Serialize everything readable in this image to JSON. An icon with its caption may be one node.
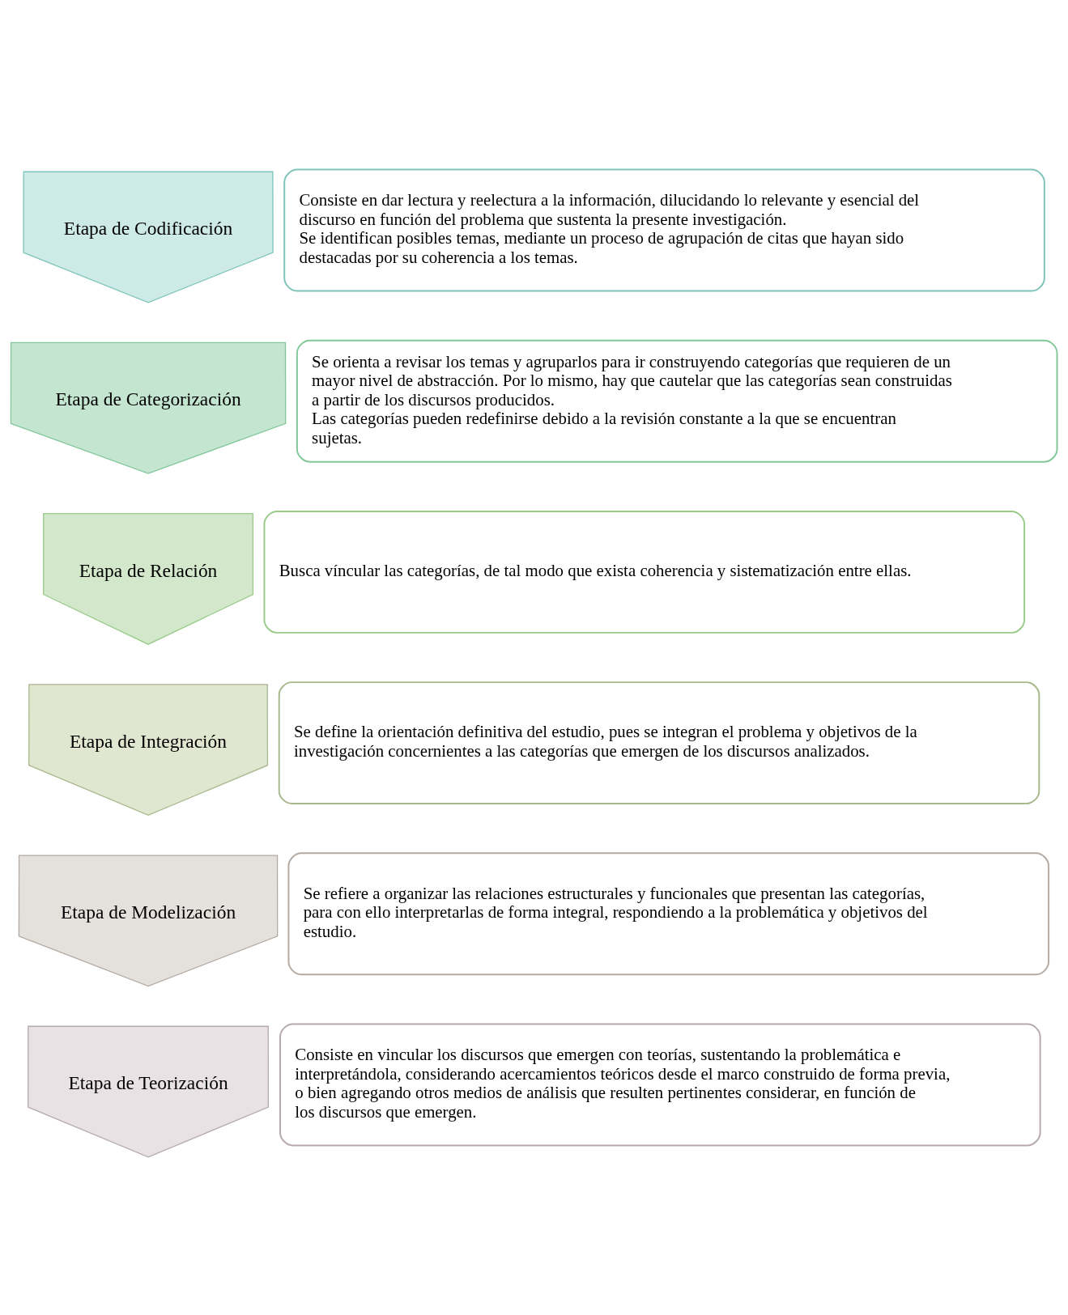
{
  "diagram": {
    "nodes": [
      {
        "text": [
          "Etapa de Codificación"
        ]
      },
      {
        "text": [
          "Consiste en dar lectura y reelectura a la información, dilucidando lo relevante y esencial del discurso en función del problema que sustenta la presente investigación.",
          "Se identifican posibles temas, mediante un proceso de agrupación de citas que hayan sido destacadas por su coherencia a los temas."
        ]
      },
      {
        "text": [
          "Etapa de Categorización"
        ]
      },
      {
        "text": [
          "Se orienta a revisar los temas y agruparlos para ir construyendo categorías que requieren de un mayor nivel de abstracción. Por lo mismo, hay que cautelar que las categorías sean construidas a partir de los discursos producidos.",
          "Las categorías pueden redefinirse debido a la revisión constante a la que se encuentran sujetas."
        ]
      },
      {
        "text": [
          "Etapa de Relación"
        ]
      },
      {
        "text": [
          "Busca víncular las categorías, de tal modo que exista coherencia y sistematización entre ellas."
        ]
      },
      {
        "text": [
          "Etapa de Integración"
        ]
      },
      {
        "text": [
          "Se define la orientación definitiva del estudio, pues se integran el problema y objetivos de la investigación concernientes a las categorías que emergen de los discursos analizados."
        ]
      },
      {
        "text": [
          "Etapa de Modelización"
        ]
      },
      {
        "text": [
          "Se refiere a organizar las relaciones estructurales y funcionales que presentan las categorías, para con ello interpretarlas de forma integral, respondiendo a la problemática y objetivos del estudio."
        ]
      },
      {
        "text": [
          "Etapa de Teorización"
        ]
      },
      {
        "text": [
          "Consiste en vincular los discursos que emergen con teorías, sustentando la problemática e interpretándola, considerando acercamientos teóricos desde el marco construido de forma previa, o bien agregando otros medios de análisis que resulten pertinentes considerar, en función de los discursos que emergen."
        ]
      }
    ],
    "edges": []
  }
}
